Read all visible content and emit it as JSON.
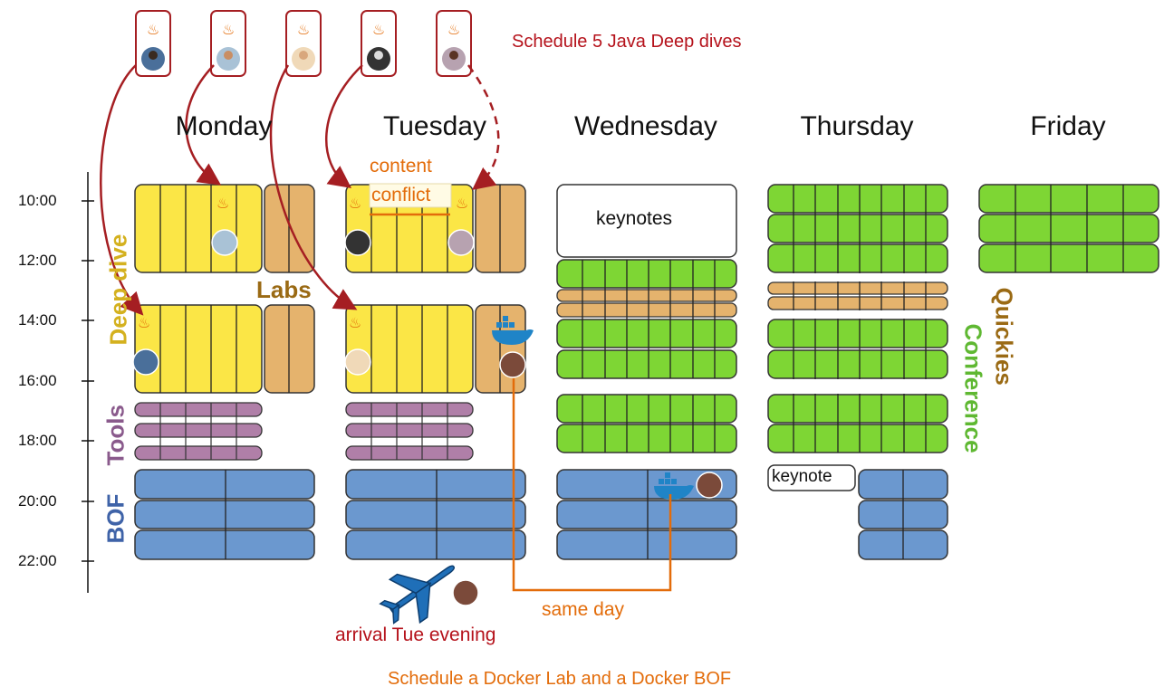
{
  "header_note": "Schedule 5 Java Deep dives",
  "footer_note": "Schedule a Docker Lab and a Docker BOF",
  "days": [
    "Monday",
    "Tuesday",
    "Wednesday",
    "Thursday",
    "Friday"
  ],
  "times": [
    "10:00",
    "12:00",
    "14:00",
    "16:00",
    "18:00",
    "20:00",
    "22:00"
  ],
  "track_labels": {
    "deep_dive": "Deep dive",
    "labs": "Labs",
    "tools": "Tools",
    "bof": "BOF",
    "quickies": "Quickies",
    "conference": "Conference"
  },
  "session_labels": {
    "keynotes": "keynotes",
    "keynote": "keynote"
  },
  "annotations": {
    "content": "content",
    "conflict": "conflict",
    "same_day": "same day",
    "arrival": "arrival Tue evening"
  },
  "colors": {
    "deep_dive": "#fbe646",
    "labs": "#e5b36d",
    "conference": "#7ed634",
    "bof": "#6b98cf",
    "tools": "#b07fa8",
    "arrow_red": "#a51e22",
    "arrow_orange": "#e36c0a",
    "deep_dive_label": "#d4b11f",
    "labs_label": "#9a6a14",
    "tools_label": "#8a5a8c",
    "bof_label": "#3f63a8",
    "conference_label": "#5fb832",
    "quickies_label": "#9a6a14"
  },
  "icons": [
    "java-card-icon",
    "speaker-avatar-icon",
    "docker-whale-icon",
    "airplane-icon"
  ]
}
